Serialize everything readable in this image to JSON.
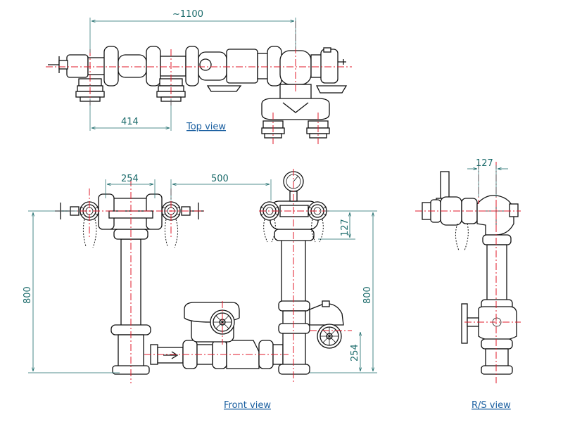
{
  "views": {
    "top": {
      "caption": "Top view"
    },
    "front": {
      "caption": "Front view"
    },
    "side": {
      "caption": "R/S view"
    }
  },
  "dimensions": {
    "overall_width": "~1100",
    "top_outlet_spacing": "414",
    "front_outlet_spacing": "254",
    "front_outlet_offset": "500",
    "front_left_height": "800",
    "front_right_height": "800",
    "front_outlet_rise": "127",
    "front_lower_branch": "254",
    "side_outlet_offset": "127"
  },
  "colors": {
    "outline": "#111111",
    "centerline": "#e0182a",
    "dimension": "#1a6a6a",
    "caption": "#1a5fa0"
  }
}
